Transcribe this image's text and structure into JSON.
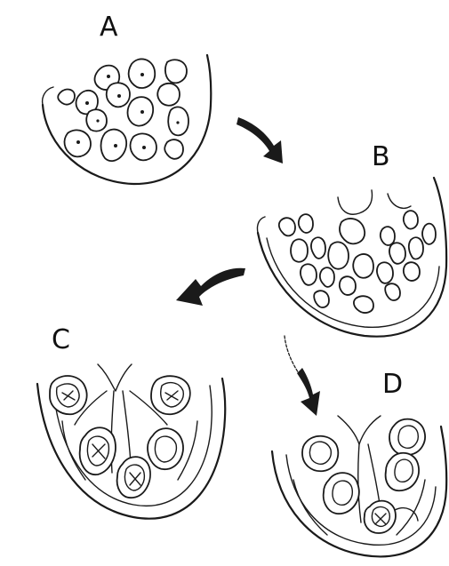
{
  "figure": {
    "panels": [
      {
        "id": "A",
        "label": "A"
      },
      {
        "id": "B",
        "label": "B"
      },
      {
        "id": "C",
        "label": "C"
      },
      {
        "id": "D",
        "label": "D"
      }
    ],
    "arrows": [
      {
        "from": "A",
        "to": "B",
        "icon": "curved-arrow-icon"
      },
      {
        "from": "B",
        "to": "C",
        "icon": "curved-arrow-icon"
      },
      {
        "from": "B",
        "to": "D",
        "icon": "curved-arrow-icon"
      }
    ],
    "colors": {
      "ink": "#1a1a1a",
      "paper": "#ffffff"
    }
  }
}
